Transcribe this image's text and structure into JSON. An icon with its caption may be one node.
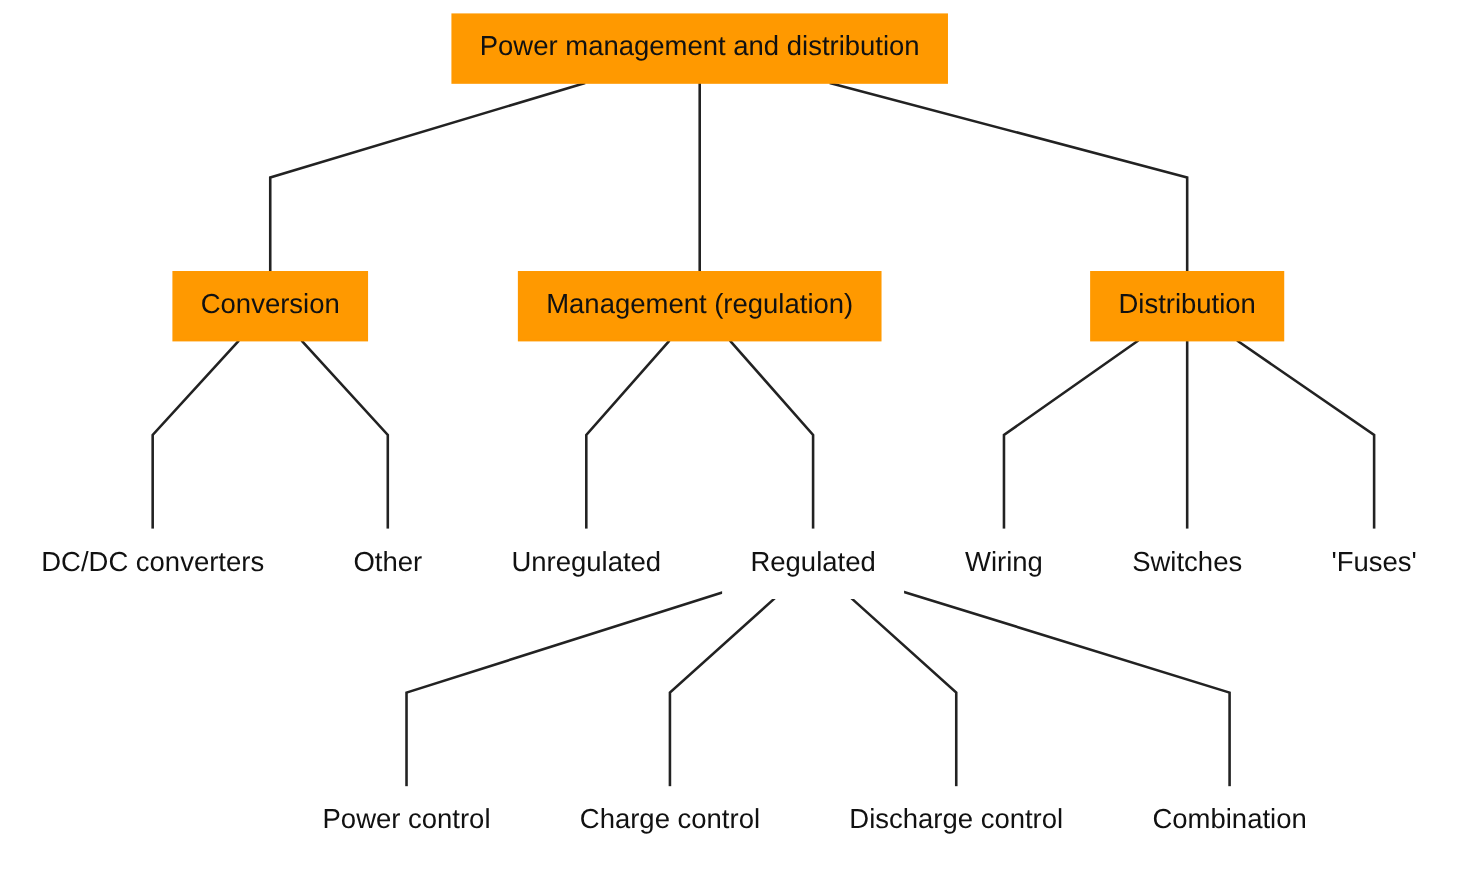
{
  "diagram": {
    "nodes": [
      {
        "text": [
          "Power management and distribution"
        ]
      },
      {
        "text": [
          "Conversion"
        ]
      },
      {
        "text": [
          "Management (regulation)"
        ]
      },
      {
        "text": [
          "Distribution"
        ]
      },
      {
        "text": [
          "DC/DC converters"
        ]
      },
      {
        "text": [
          "Other"
        ]
      },
      {
        "text": [
          "Unregulated"
        ]
      },
      {
        "text": [
          "Regulated"
        ]
      },
      {
        "text": [
          "Power control"
        ]
      },
      {
        "text": [
          "Charge control"
        ]
      },
      {
        "text": [
          "Discharge control"
        ]
      },
      {
        "text": [
          "Combination"
        ]
      },
      {
        "text": [
          "Wiring"
        ]
      },
      {
        "text": [
          "Switches"
        ]
      },
      {
        "text": [
          "'Fuses'"
        ]
      }
    ],
    "edges": [
      {
        "from": 0,
        "to": 1,
        "arrow": "none"
      },
      {
        "from": 0,
        "to": 2,
        "arrow": "none"
      },
      {
        "from": 0,
        "to": 3,
        "arrow": "none"
      },
      {
        "from": 1,
        "to": 4,
        "arrow": "none"
      },
      {
        "from": 1,
        "to": 5,
        "arrow": "none"
      },
      {
        "from": 2,
        "to": 6,
        "arrow": "none"
      },
      {
        "from": 2,
        "to": 7,
        "arrow": "none"
      },
      {
        "from": 7,
        "to": 8,
        "arrow": "none"
      },
      {
        "from": 7,
        "to": 9,
        "arrow": "none"
      },
      {
        "from": 7,
        "to": 10,
        "arrow": "none"
      },
      {
        "from": 7,
        "to": 11,
        "arrow": "none"
      },
      {
        "from": 3,
        "to": 12,
        "arrow": "none"
      },
      {
        "from": 3,
        "to": 13,
        "arrow": "none"
      },
      {
        "from": 3,
        "to": 14,
        "arrow": "none"
      }
    ]
  }
}
